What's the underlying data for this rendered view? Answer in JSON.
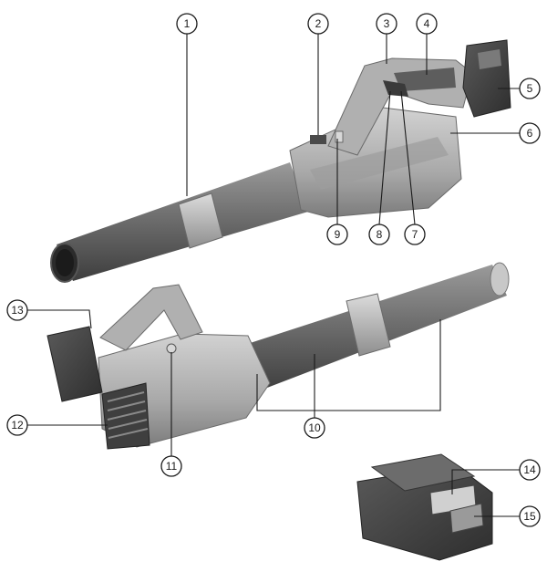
{
  "callouts": [
    {
      "id": "1",
      "label": "1"
    },
    {
      "id": "2",
      "label": "2"
    },
    {
      "id": "3",
      "label": "3"
    },
    {
      "id": "4",
      "label": "4"
    },
    {
      "id": "5",
      "label": "5"
    },
    {
      "id": "6",
      "label": "6"
    },
    {
      "id": "7",
      "label": "7"
    },
    {
      "id": "8",
      "label": "8"
    },
    {
      "id": "9",
      "label": "9"
    },
    {
      "id": "10",
      "label": "10"
    },
    {
      "id": "11",
      "label": "11"
    },
    {
      "id": "12",
      "label": "12"
    },
    {
      "id": "13",
      "label": "13"
    },
    {
      "id": "14",
      "label": "14"
    },
    {
      "id": "15",
      "label": "15"
    }
  ],
  "colors": {
    "tube": "#6f6f6f",
    "tube_dark": "#4a4a4a",
    "tube_light": "#9a9a9a",
    "housing": "#b8b8b8",
    "housing_dark": "#8c8c8c",
    "handle": "#a6a6a6",
    "battery": "#3d3d3d",
    "battery_light": "#5a5a5a",
    "ink": "#1a1a1a"
  },
  "icons": [
    "blower-illustration",
    "battery-illustration"
  ]
}
